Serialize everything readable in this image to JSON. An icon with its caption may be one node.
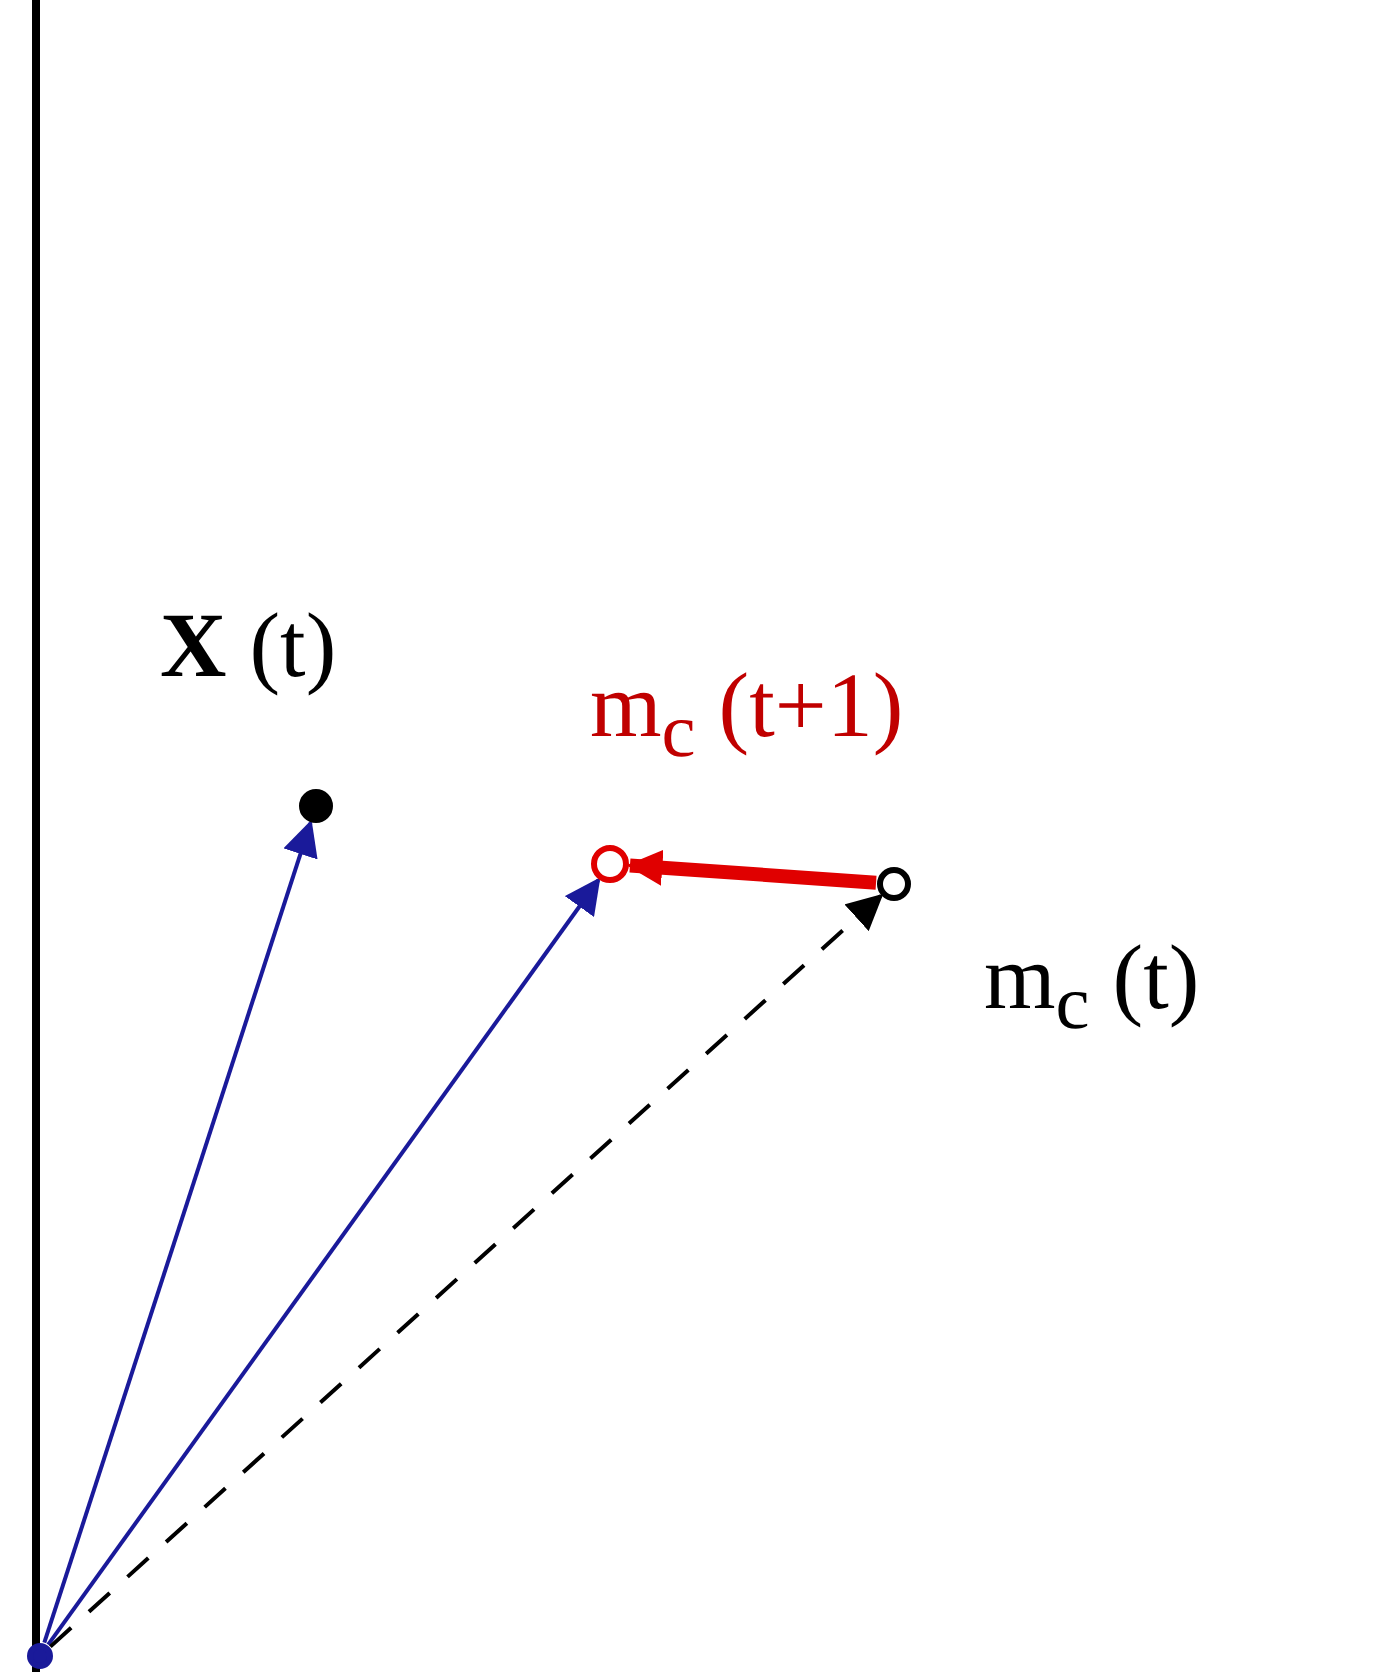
{
  "diagram": {
    "nodes": [
      {
        "text": [],
        "shape": "circle"
      },
      {
        "text": [
          "**X** (t)"
        ]
      },
      {
        "text": [
          "m$_{c}$ (t+1)"
        ]
      },
      {
        "text": [
          "m$_{c}$ (t)"
        ]
      }
    ],
    "edges": [
      {
        "from": 0,
        "to": 1,
        "arrow": "to"
      },
      {
        "from": 0,
        "to": 2,
        "arrow": "to"
      },
      {
        "from": 0,
        "to": 3,
        "arrow": "to",
        "style": "dashed",
        "color": "#000000"
      },
      {
        "from": 3,
        "to": 2,
        "arrow": "to",
        "style": "thick",
        "color": "#e00000"
      }
    ]
  }
}
